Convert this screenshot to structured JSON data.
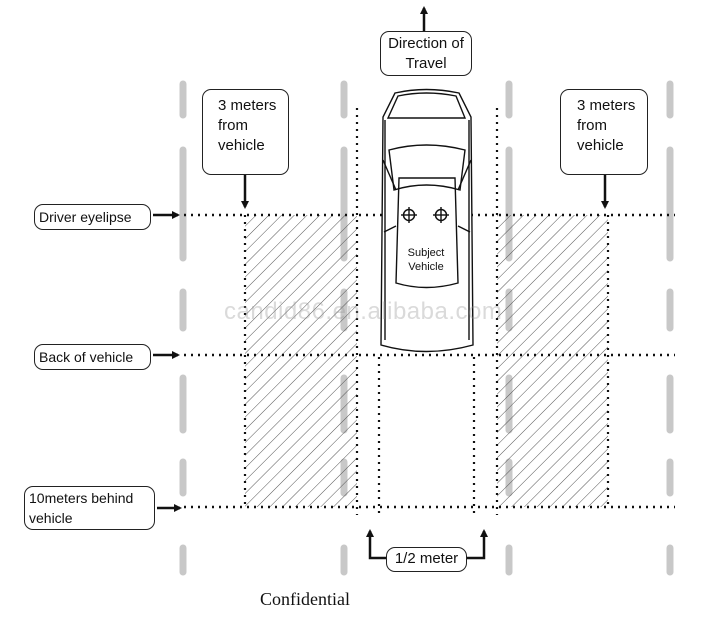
{
  "labels": {
    "direction_of_travel": [
      "Direction of",
      "Travel"
    ],
    "left_distance": [
      "3 meters",
      "from",
      "vehicle"
    ],
    "right_distance": [
      "3 meters",
      "from",
      "vehicle"
    ],
    "driver_eyelipse": "Driver eyelipse",
    "back_of_vehicle": "Back of vehicle",
    "ten_meters_behind": [
      "10meters behind",
      "vehicle"
    ],
    "vehicle": [
      "Subject",
      "Vehicle"
    ],
    "half_meter": "1/2 meter"
  },
  "watermark": "candid86.en.alibaba.com",
  "footer": "Confidential",
  "colors": {
    "line": "#111111",
    "lane_dash": "#c8c8c8",
    "hatch": "#555555"
  }
}
